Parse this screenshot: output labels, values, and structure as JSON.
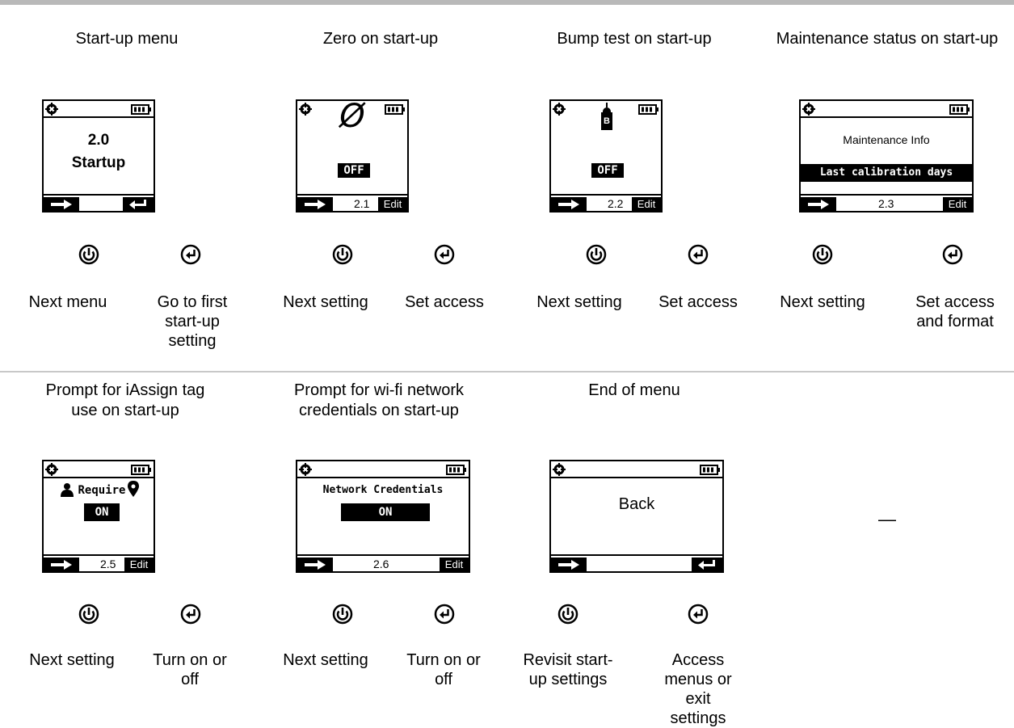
{
  "row1": [
    {
      "title": "Start-up menu",
      "screen": {
        "line1": "2.0",
        "line2": "Startup"
      },
      "left_caption": "Next menu",
      "right_caption": "Go to first start-up setting"
    },
    {
      "title": "Zero on start-up",
      "screen": {
        "symbol": "Ø",
        "status": "OFF",
        "code": "2.1",
        "edit": "Edit"
      },
      "left_caption": "Next setting",
      "right_caption": "Set access"
    },
    {
      "title": "Bump test on start-up",
      "screen": {
        "symbol": "B",
        "status": "OFF",
        "code": "2.2",
        "edit": "Edit"
      },
      "left_caption": "Next setting",
      "right_caption": "Set access"
    },
    {
      "title": "Maintenance status on start-up",
      "screen": {
        "header": "Maintenance Info",
        "status": "Last calibration days",
        "code": "2.3",
        "edit": "Edit"
      },
      "left_caption": "Next setting",
      "right_caption": "Set access and format"
    }
  ],
  "row2": [
    {
      "title": "Prompt for iAssign tag use on start-up",
      "screen": {
        "label": "Require",
        "status": "ON",
        "code": "2.5",
        "edit": "Edit"
      },
      "left_caption": "Next setting",
      "right_caption": "Turn on or off"
    },
    {
      "title": "Prompt for wi-fi network credentials on start-up",
      "screen": {
        "label": "Network Credentials",
        "status": "ON",
        "code": "2.6",
        "edit": "Edit"
      },
      "left_caption": "Next setting",
      "right_caption": "Turn on or off"
    },
    {
      "title": "End of menu",
      "screen": {
        "label": "Back"
      },
      "left_caption": "Revisit start-up settings",
      "right_caption": "Access menus or exit settings"
    },
    {
      "empty": "—"
    }
  ],
  "icons": {
    "screen_gear": "gear-icon",
    "screen_battery": "battery-icon",
    "next_arrow": "arrow-right-icon",
    "enter": "enter-icon",
    "left_button": "power-button-icon",
    "right_button": "enter-button-icon"
  }
}
